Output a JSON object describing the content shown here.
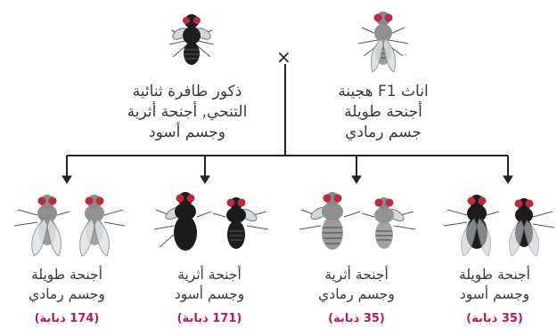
{
  "cross_symbol": "×",
  "parents": {
    "male_label": [
      "ذكور طافرة ثنائية",
      "التنحي, أجنحة أثرية",
      "وجسم أسود"
    ],
    "female_label": [
      "اناث F1 هجينة",
      "أجنحة طويلة",
      "جسم رمادي"
    ]
  },
  "offspring": [
    {
      "label": [
        "أجنحة طويلة",
        "وجسم رمادي"
      ],
      "count": "(174 ذبابة)"
    },
    {
      "label": [
        "أجنحة أثرية",
        "وجسم أسود"
      ],
      "count": "(171 ذبابة)"
    },
    {
      "label": [
        "أجنحة أثرية",
        "وجسم رمادي"
      ],
      "count": "(35 ذبابة)"
    },
    {
      "label": [
        "أجنحة طويلة",
        "وجسم أسود"
      ],
      "count": "(35 ذبابة)"
    }
  ],
  "colors": {
    "count_text": "#c2185b",
    "line": "#222222",
    "grey_body": "#9a9a9a",
    "black_body": "#1c1c1c",
    "eye": "#c0283c"
  }
}
